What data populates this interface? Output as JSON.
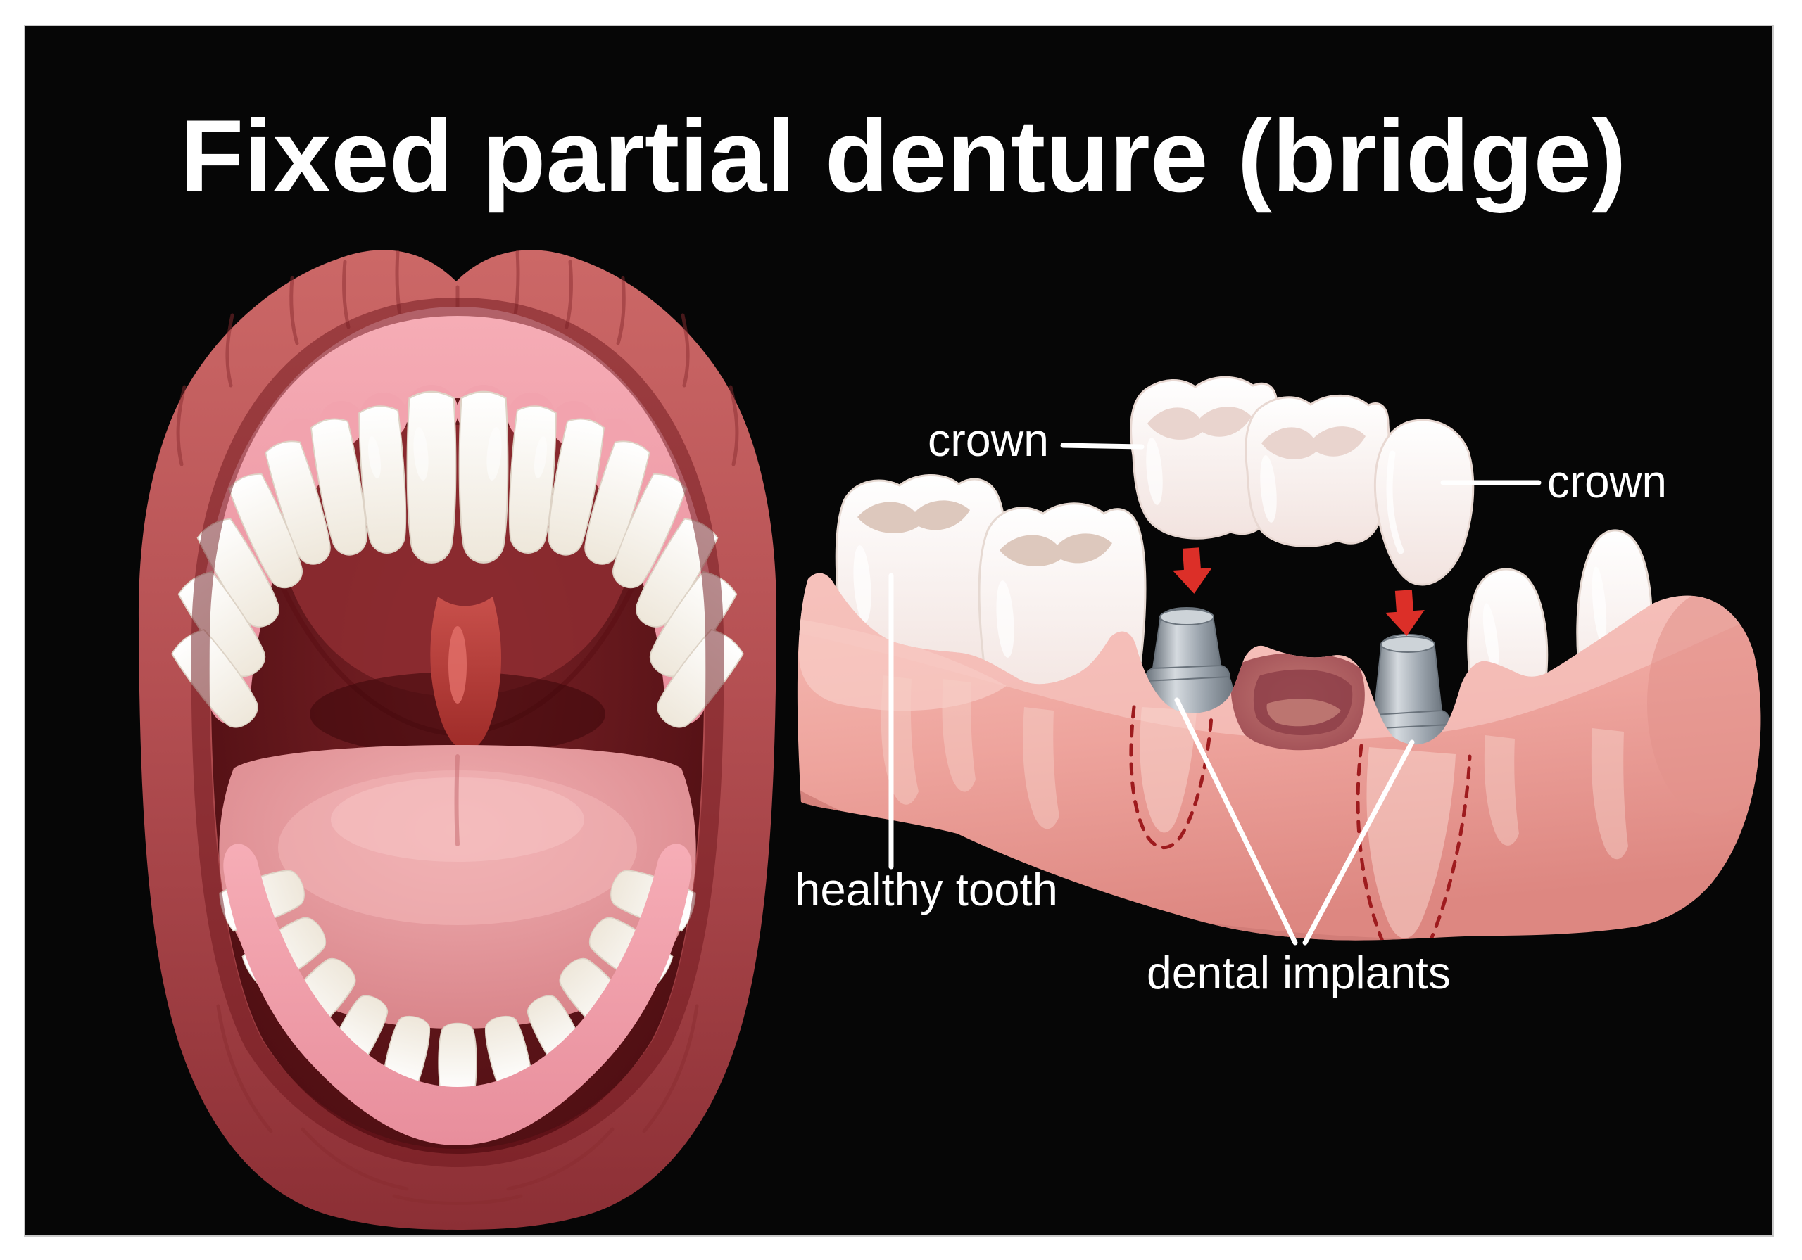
{
  "poster": {
    "title": "Fixed partial denture (bridge)"
  },
  "labels": {
    "crown_left": "crown",
    "crown_right": "crown",
    "healthy_tooth": "healthy tooth",
    "dental_implants": "dental implants"
  },
  "icons": {
    "arrow_left": "down-arrow-icon",
    "arrow_right": "down-arrow-icon"
  },
  "colors": {
    "page_background": "#ffffff",
    "canvas_background": "#060606",
    "title_text": "#ffffff",
    "label_text": "#ffffff",
    "leader_line": "#ffffff",
    "arrow_red": "#dc2f28",
    "gum_pink": "#efa49e",
    "socket_dark": "#a5525a",
    "implant_grey": "#9aa3ac",
    "root_outline_red": "#9e1b1e",
    "tooth_white": "#fbf8f5",
    "lip_red": "#b44f52",
    "tongue_pink": "#e2898d"
  }
}
